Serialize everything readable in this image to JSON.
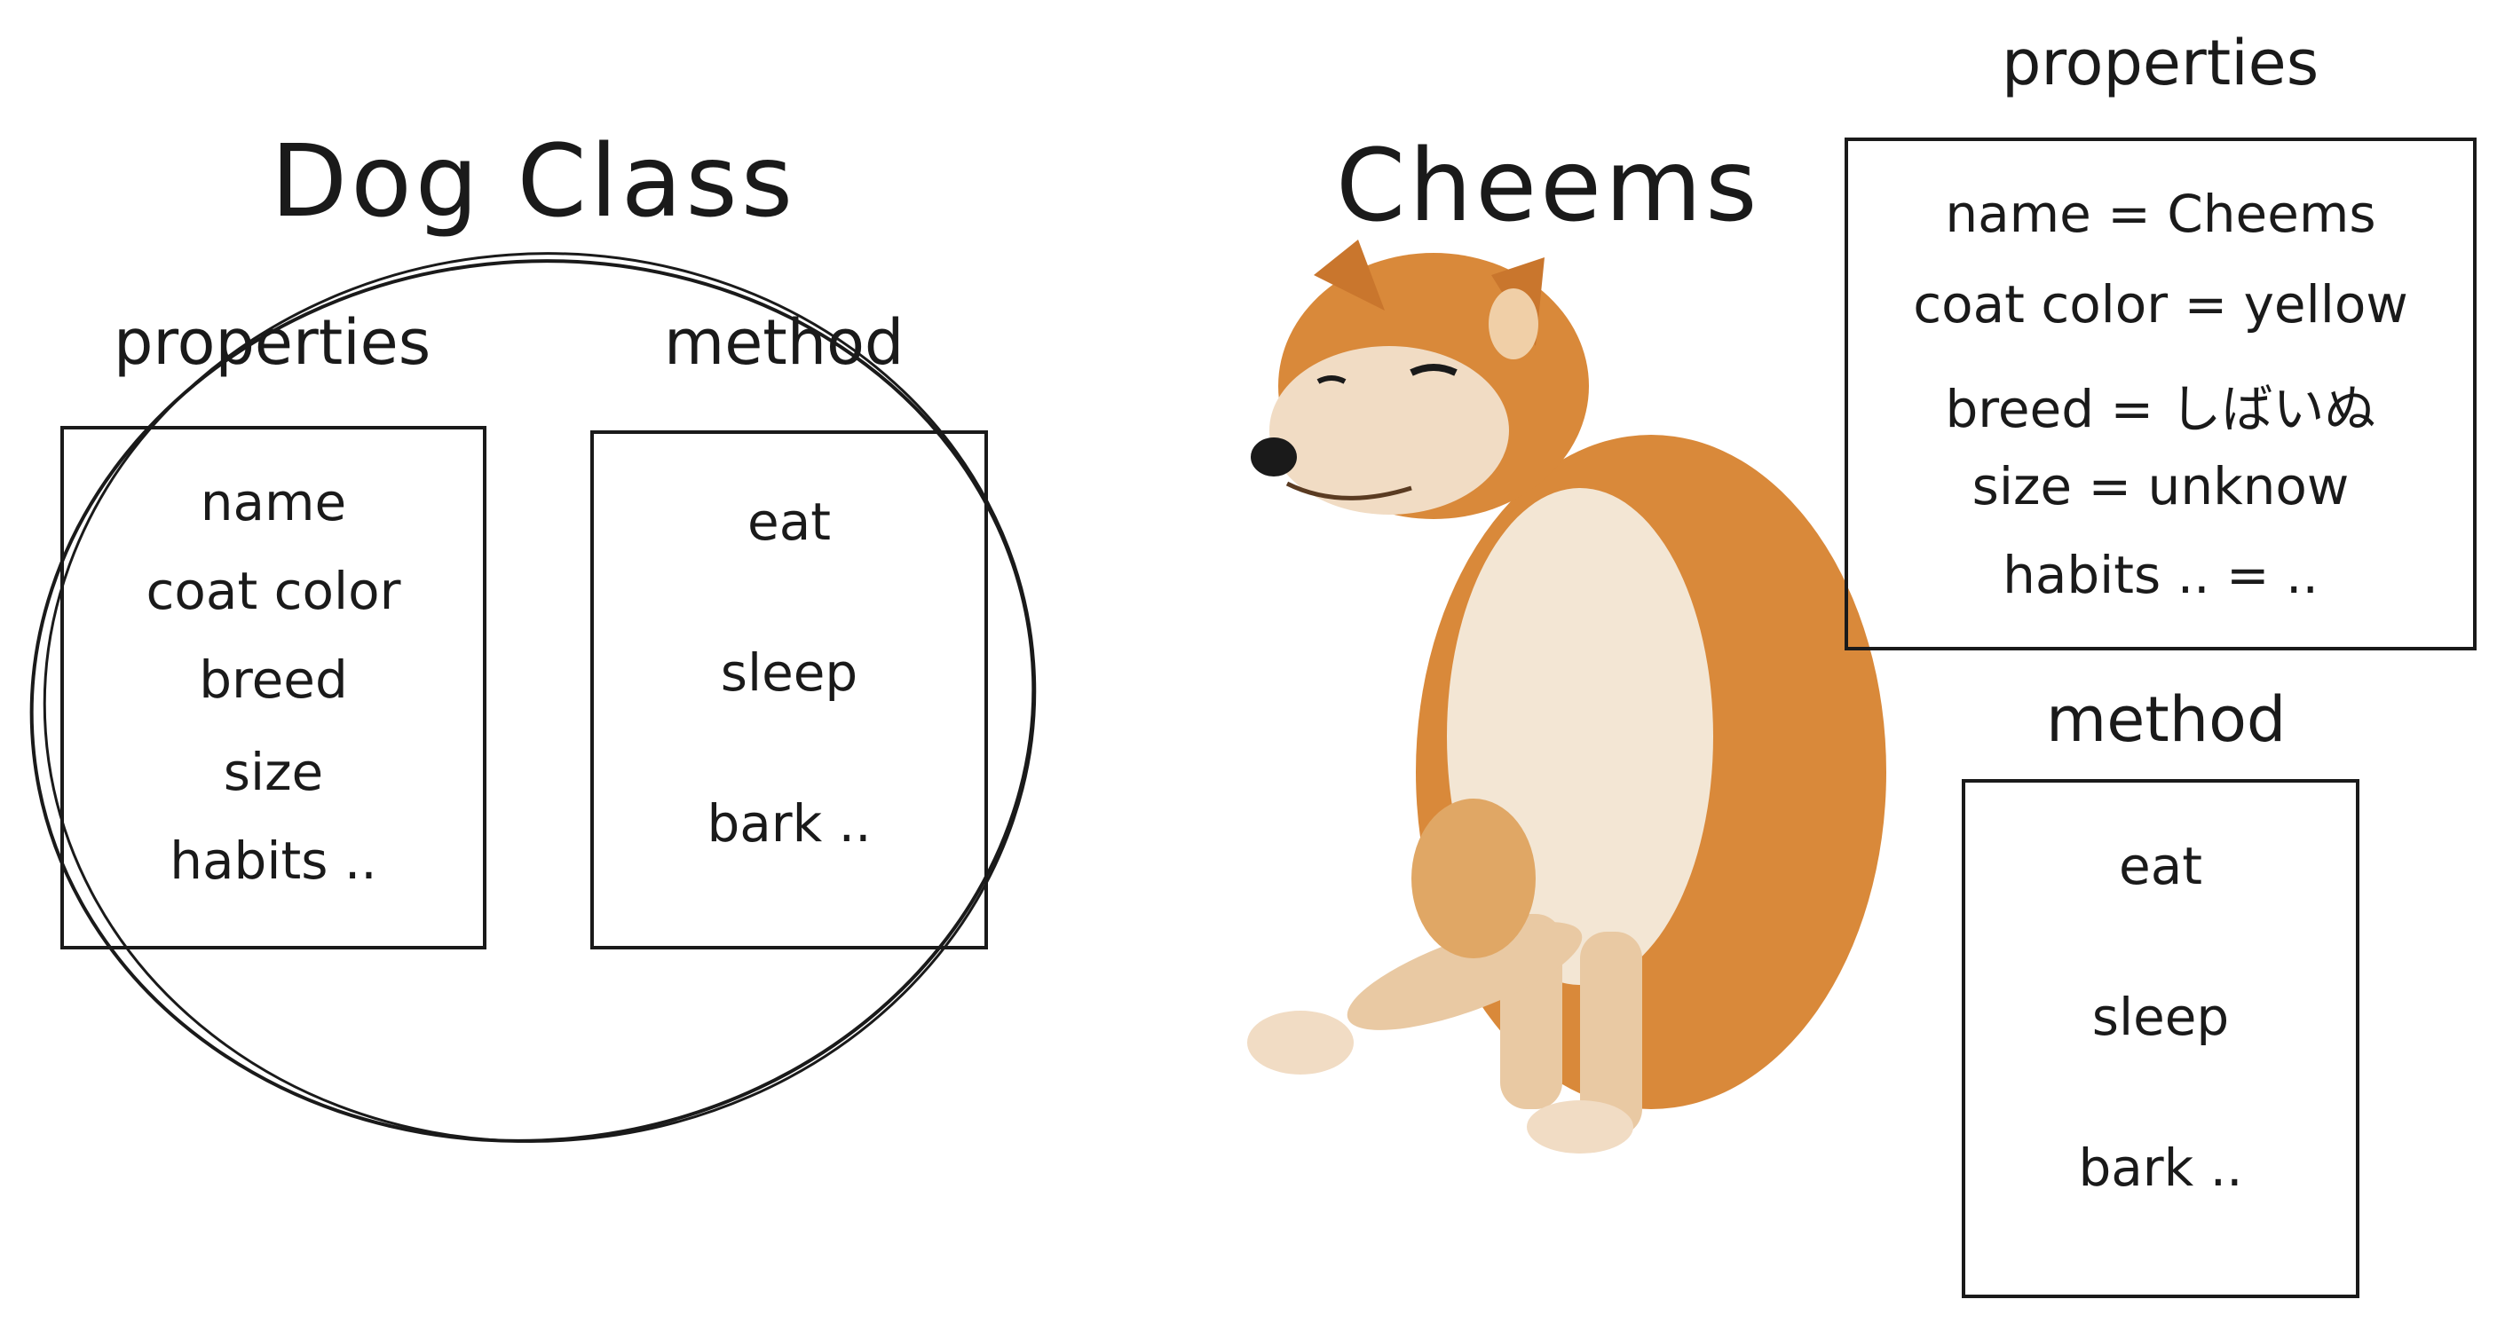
{
  "dog_class": {
    "title": "Dog Class",
    "properties_label": "properties",
    "method_label": "method",
    "properties": [
      "name",
      "coat color",
      "breed",
      "size",
      "habits .."
    ],
    "methods": [
      "eat",
      "sleep",
      "bark .."
    ]
  },
  "instance": {
    "title": "Cheems",
    "properties_label": "properties",
    "method_label": "method",
    "properties": [
      "name = Cheems",
      "coat color = yellow",
      "breed = しばいぬ",
      "size = unknow",
      "habits .. = .."
    ],
    "methods": [
      "eat",
      "sleep",
      "bark .."
    ]
  },
  "colors": {
    "ink": "#1a1a1a",
    "dog_coat": "#d9893a",
    "dog_light": "#f3e6d4"
  }
}
